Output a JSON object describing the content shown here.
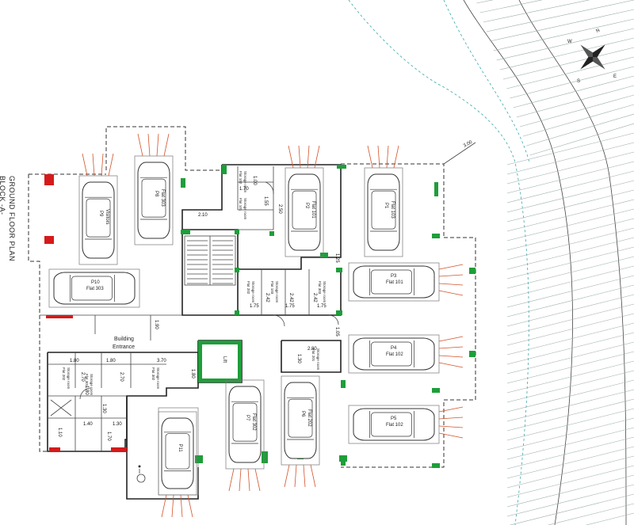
{
  "title": {
    "line1": "GROUND FLOOR PLAN",
    "line2": "BLOCK -A-"
  },
  "entrance": {
    "line1": "Building",
    "line2": "Entrance"
  },
  "compass": {
    "n": "N",
    "e": "E",
    "s": "S",
    "w": "W"
  },
  "lift_label": "Lift",
  "parking": [
    {
      "code": "P1",
      "flat": "Flat 103"
    },
    {
      "code": "P2",
      "flat": "Flat 101"
    },
    {
      "code": "P3",
      "flat": "Flat 101"
    },
    {
      "code": "P4",
      "flat": "Flat 102"
    },
    {
      "code": "P5",
      "flat": "Flat 102"
    },
    {
      "code": "P6",
      "flat": "Flat 202"
    },
    {
      "code": "P7",
      "flat": "Flat 302"
    },
    {
      "code": "P8",
      "flat": "Flat 303"
    },
    {
      "code": "P9",
      "flat": "Visitors"
    },
    {
      "code": "P10",
      "flat": "Flat 303"
    },
    {
      "code": "P11",
      "flat": ""
    }
  ],
  "storage_rooms": [
    {
      "label": "Storage room",
      "flat": "Flat 102"
    },
    {
      "label": "Storage room",
      "flat": "Flat 101"
    },
    {
      "label": "Storage room",
      "flat": "Flat 202"
    },
    {
      "label": "Storage room",
      "flat": "Flat 103"
    },
    {
      "label": "Storage room",
      "flat": "Flat 303"
    },
    {
      "label": "Storage room",
      "flat": "Flat 201"
    },
    {
      "label": "Storage room",
      "flat": "Flat 202"
    },
    {
      "label": "Storage room",
      "flat": "Flat 302"
    },
    {
      "label": "Storage room",
      "flat": "Flat 301"
    }
  ],
  "dimensions": {
    "d_300": "3.00",
    "d_210": "2.10",
    "d_170": "1.70",
    "d_155": "1.55",
    "d_100": "1.00",
    "d_250": "2.50",
    "d_125": "1.25",
    "d_242a": "2.42",
    "d_242b": "2.42",
    "d_242c": "2.42",
    "d_175a": "1.75",
    "d_175b": "1.75",
    "d_175c": "1.75",
    "d_180a": "1.80",
    "d_180b": "1.80",
    "d_180c": "1.80",
    "d_180d": "1.80",
    "d_370": "3.70",
    "d_190": "1.90",
    "d_270a": "2.70",
    "d_270b": "2.70",
    "d_130a": "1.30",
    "d_130b": "1.30",
    "d_110": "1.10",
    "d_140": "1.40",
    "d_170b": "1.70",
    "d_280": "2.80",
    "d_130c": "1.30",
    "d_105": "1.05"
  }
}
